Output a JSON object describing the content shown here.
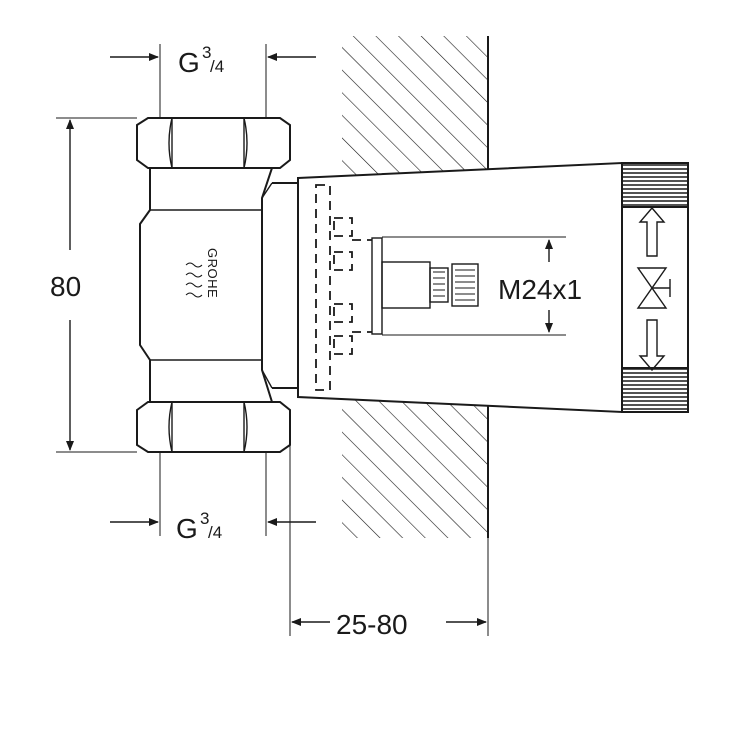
{
  "labels": {
    "height_dimension": "80",
    "top_thread_main": "G",
    "top_thread_sup": "3",
    "top_thread_sub": "/4",
    "bottom_thread_main": "G",
    "bottom_thread_sup": "3",
    "bottom_thread_sub": "/4",
    "spindle_thread": "M24x1",
    "depth_dimension": "25-80",
    "logo": "GROHE"
  },
  "icons": [
    "hatched-wall",
    "double-arrow-icon",
    "valve-symbol-icon",
    "logo-waves-icon"
  ]
}
